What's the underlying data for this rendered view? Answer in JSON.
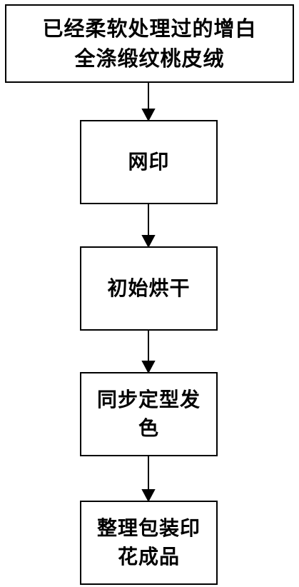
{
  "flowchart": {
    "steps": [
      {
        "label": "已经柔软处理过的增白\n全涤缎纹桃皮绒"
      },
      {
        "label": "网印"
      },
      {
        "label": "初始烘干"
      },
      {
        "label": "同步定型发\n色"
      },
      {
        "label": "整理包装印\n花成品"
      }
    ]
  },
  "colors": {
    "stroke": "#000000",
    "background": "#ffffff"
  }
}
